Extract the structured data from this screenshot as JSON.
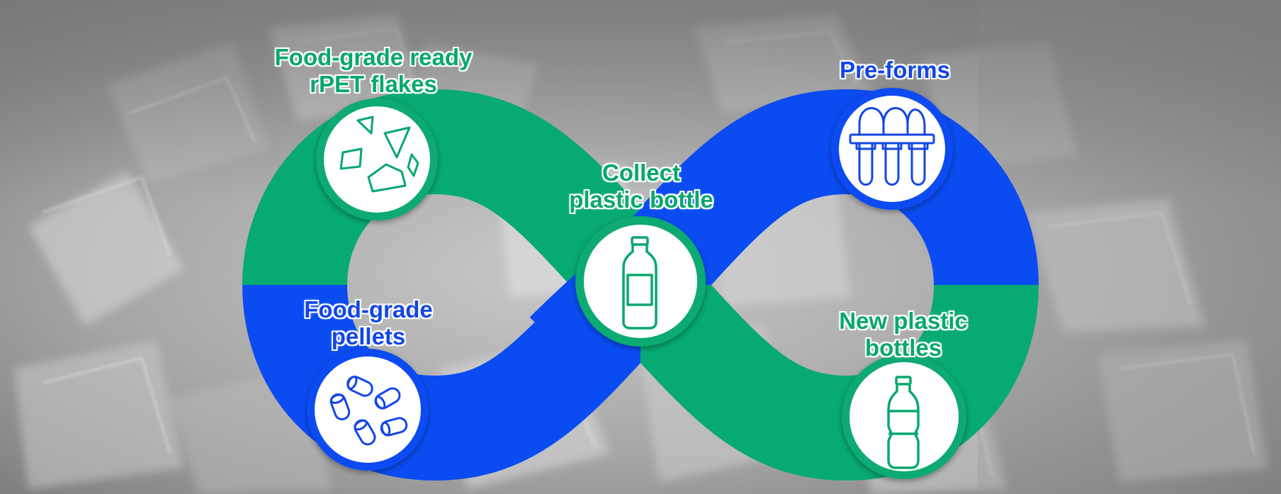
{
  "colors": {
    "green": "#07aa72",
    "blue": "#0a4cf2",
    "icon_green": "#08a86c",
    "icon_blue": "#1346e6"
  },
  "background": {
    "description_icon": "plastic-flakes-photo"
  },
  "steps": {
    "collect": {
      "line1": "Collect",
      "line2": "plastic bottle",
      "icon": "bottle-icon"
    },
    "flakes": {
      "line1": "Food-grade ready",
      "line2": "rPET flakes",
      "icon": "flakes-icon"
    },
    "pellets": {
      "line1": "Food-grade",
      "line2": "pellets",
      "icon": "pellets-icon"
    },
    "preforms": {
      "line1": "Pre-forms",
      "icon": "preforms-icon"
    },
    "new_bottles": {
      "line1": "New plastic",
      "line2": "bottles",
      "icon": "new-bottle-icon"
    }
  }
}
